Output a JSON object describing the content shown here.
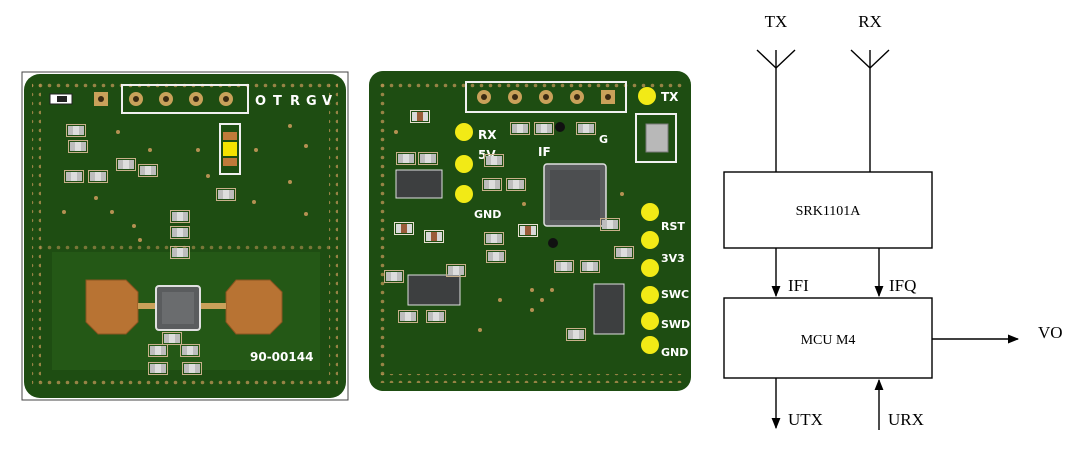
{
  "left_board": {
    "header_labels": [
      "O",
      "T",
      "R",
      "G",
      "V"
    ],
    "part_number": "90-00144"
  },
  "middle_board": {
    "labels": {
      "tx": "TX",
      "rx": "RX",
      "v5": "5V",
      "gnd_left": "GND",
      "if": "IF",
      "g": "G",
      "rst": "RST",
      "v3v3": "3V3",
      "swc": "SWC",
      "swd": "SWD",
      "gnd_right": "GND"
    }
  },
  "block_diagram": {
    "antenna_tx": "TX",
    "antenna_rx": "RX",
    "block_top": "SRK1101A",
    "block_bottom": "MCU M4",
    "signal_ifi": "IFI",
    "signal_ifq": "IFQ",
    "output_vo": "VO",
    "output_utx": "UTX",
    "input_urx": "URX"
  },
  "colors": {
    "pcb_green": "#1e4d12",
    "pcb_edge": "#16380c",
    "pad_gold": "#c9a15a",
    "copper_patch": "#b87333",
    "test_point_yellow": "#f2ea16",
    "chip_gray": "#5a5c5e"
  }
}
